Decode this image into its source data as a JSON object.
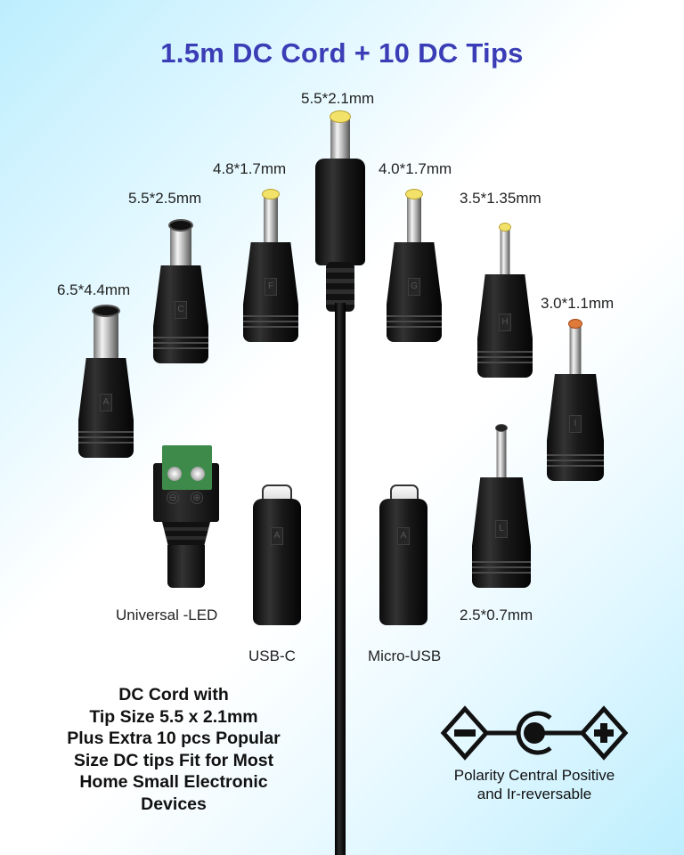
{
  "title": "1.5m DC Cord + 10 DC Tips",
  "main_connector": {
    "label": "5.5*2.1mm",
    "cable_length": "1.5m"
  },
  "tips": [
    {
      "label": "6.5*4.4mm",
      "marking": "A",
      "cap_color": "#1a1a1a"
    },
    {
      "label": "5.5*2.5mm",
      "marking": "C",
      "cap_color": "#1a1a1a"
    },
    {
      "label": "4.8*1.7mm",
      "marking": "F",
      "cap_color": "#f3e26a"
    },
    {
      "label": "4.0*1.7mm",
      "marking": "G",
      "cap_color": "#f3e26a"
    },
    {
      "label": "3.5*1.35mm",
      "marking": "H",
      "cap_color": "#f3e26a"
    },
    {
      "label": "3.0*1.1mm",
      "marking": "I",
      "cap_color": "#e07a3a"
    },
    {
      "label": "2.5*0.7mm",
      "marking": "L",
      "cap_color": "#1a1a1a"
    },
    {
      "label": "Universal -LED",
      "marking": "",
      "terminals": [
        "⊖",
        "⊕"
      ]
    },
    {
      "label": "USB-C",
      "marking": "A"
    },
    {
      "label": "Micro-USB",
      "marking": "A"
    }
  ],
  "description": {
    "lines": [
      "DC Cord with",
      "Tip Size 5.5 x 2.1mm",
      "Plus Extra 10 pcs Popular",
      "Size DC tips Fit for Most",
      "Home Small Electronic",
      "Devices"
    ]
  },
  "polarity": {
    "icon": "polarity-center-positive-icon",
    "negative_symbol": "−",
    "positive_symbol": "+",
    "caption_lines": [
      "Polarity Central Positive",
      "and Ir-reversable"
    ]
  },
  "colors": {
    "title": "#3a3db5",
    "background_edge": "#bdeefe",
    "background_center": "#ffffff",
    "text": "#222222"
  }
}
